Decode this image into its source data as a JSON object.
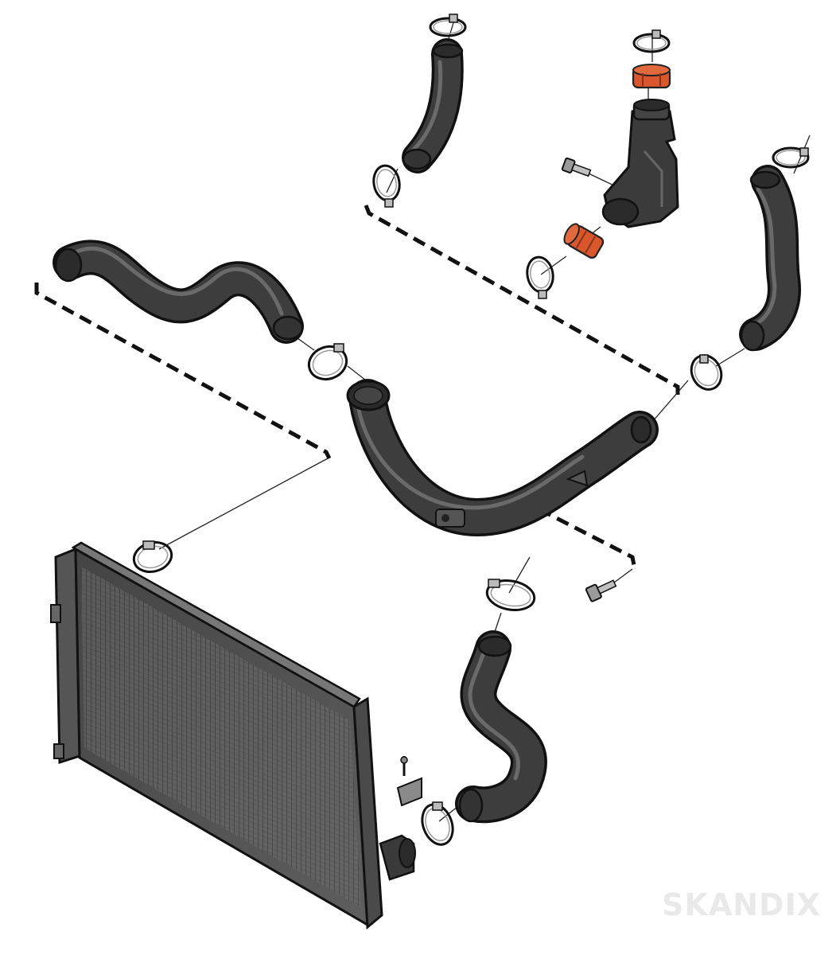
{
  "watermark": {
    "text": "SKANDIX"
  },
  "colors": {
    "hose": "#3d3d3d",
    "outline": "#111111",
    "seal": "#d8572c",
    "intercooler": "#5a5a5a",
    "background": "#ffffff"
  },
  "parts": [
    {
      "name": "upper-hose-small",
      "icon": "hose-icon"
    },
    {
      "name": "throttle-adapter",
      "icon": "housing-icon"
    },
    {
      "name": "o-ring-seal-upper",
      "icon": "seal-icon"
    },
    {
      "name": "o-ring-seal-lower",
      "icon": "seal-icon"
    },
    {
      "name": "long-wavy-hose",
      "icon": "hose-icon"
    },
    {
      "name": "right-hose",
      "icon": "hose-icon"
    },
    {
      "name": "charge-pipe",
      "icon": "pipe-icon"
    },
    {
      "name": "lower-hose",
      "icon": "hose-icon"
    },
    {
      "name": "intercooler",
      "icon": "intercooler-icon"
    },
    {
      "name": "hose-clamps",
      "icon": "clamp-icon"
    },
    {
      "name": "bolts",
      "icon": "bolt-icon"
    },
    {
      "name": "sensor",
      "icon": "sensor-icon"
    }
  ]
}
